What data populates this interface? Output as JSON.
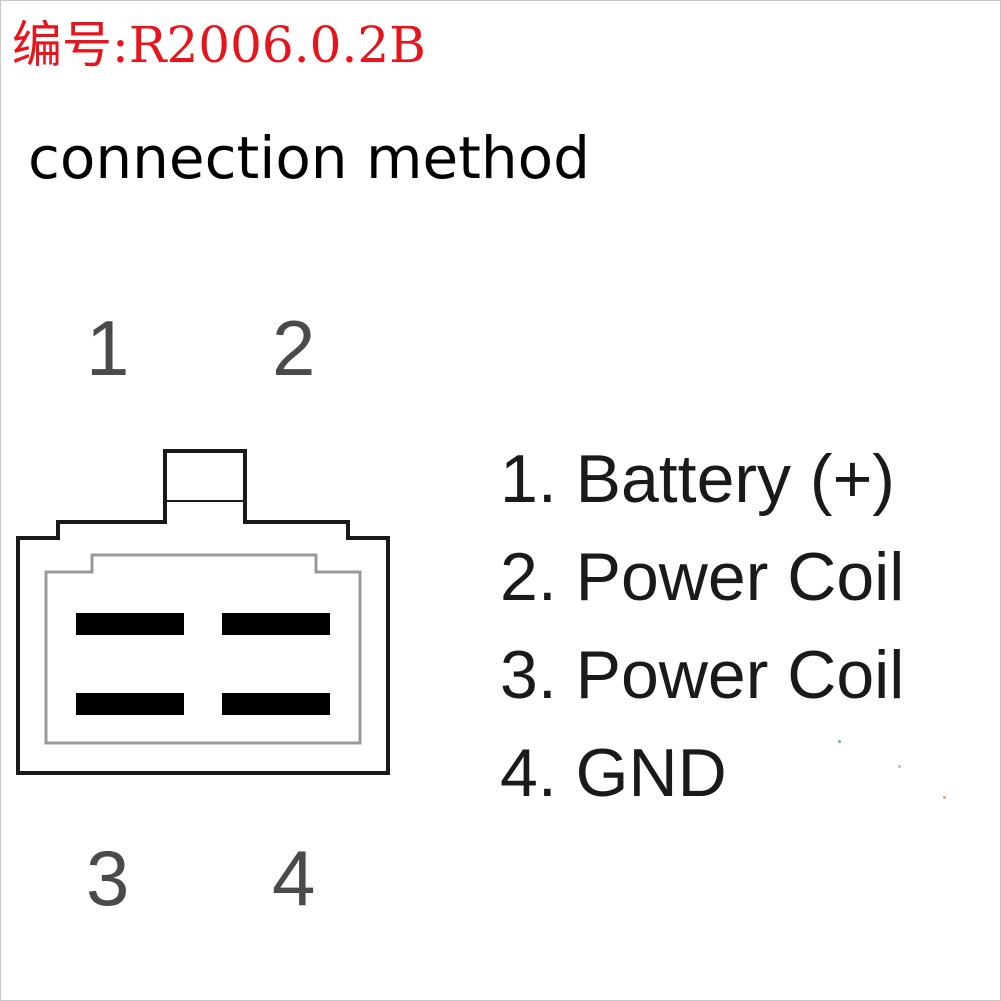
{
  "header": {
    "code_label": "编号:R2006.0.2B",
    "code_color": "#e8141c"
  },
  "heading": "connection method",
  "pins": {
    "top_labels": [
      "1",
      "2"
    ],
    "bottom_labels": [
      "3",
      "4"
    ]
  },
  "legend": {
    "items": [
      "1. Battery (+)",
      "2. Power Coil",
      "3. Power Coil",
      "4. GND"
    ]
  },
  "colors": {
    "outline": "#1a1a1a",
    "inner_outline": "#9a9a9a",
    "terminal": "#000000",
    "text": "#1a1a1a"
  }
}
